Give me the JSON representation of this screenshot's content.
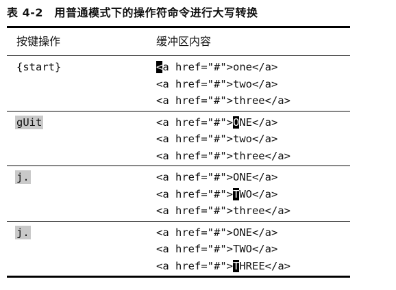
{
  "caption": "表 4-2　用普通模式下的操作符命令进行大写转换",
  "headers": {
    "keystrokes": "按键操作",
    "buffer": "缓冲区内容"
  },
  "rows": [
    {
      "keys": "{start}",
      "shaded": false,
      "lines": [
        {
          "before": "",
          "cursor": "<",
          "after": "a href=\"#\">one</a>"
        },
        {
          "before": "<a href=\"#\">two</a>",
          "cursor": "",
          "after": ""
        },
        {
          "before": "<a href=\"#\">three</a>",
          "cursor": "",
          "after": ""
        }
      ]
    },
    {
      "keys": "gUit",
      "shaded": true,
      "lines": [
        {
          "before": "<a href=\"#\">",
          "cursor": "O",
          "after": "NE</a>"
        },
        {
          "before": "<a href=\"#\">two</a>",
          "cursor": "",
          "after": ""
        },
        {
          "before": "<a href=\"#\">three</a>",
          "cursor": "",
          "after": ""
        }
      ]
    },
    {
      "keys": "j.",
      "shaded": true,
      "lines": [
        {
          "before": "<a href=\"#\">ONE</a>",
          "cursor": "",
          "after": ""
        },
        {
          "before": "<a href=\"#\">",
          "cursor": "T",
          "after": "WO</a>"
        },
        {
          "before": "<a href=\"#\">three</a>",
          "cursor": "",
          "after": ""
        }
      ]
    },
    {
      "keys": "j.",
      "shaded": true,
      "lines": [
        {
          "before": "<a href=\"#\">ONE</a>",
          "cursor": "",
          "after": ""
        },
        {
          "before": "<a href=\"#\">TWO</a>",
          "cursor": "",
          "after": ""
        },
        {
          "before": "<a href=\"#\">",
          "cursor": "T",
          "after": "HREE</a>"
        }
      ]
    }
  ],
  "colors": {
    "keys_shade": "#c9c9c9",
    "cursor_bg": "#000000",
    "cursor_fg": "#ffffff",
    "rule": "#000000"
  }
}
